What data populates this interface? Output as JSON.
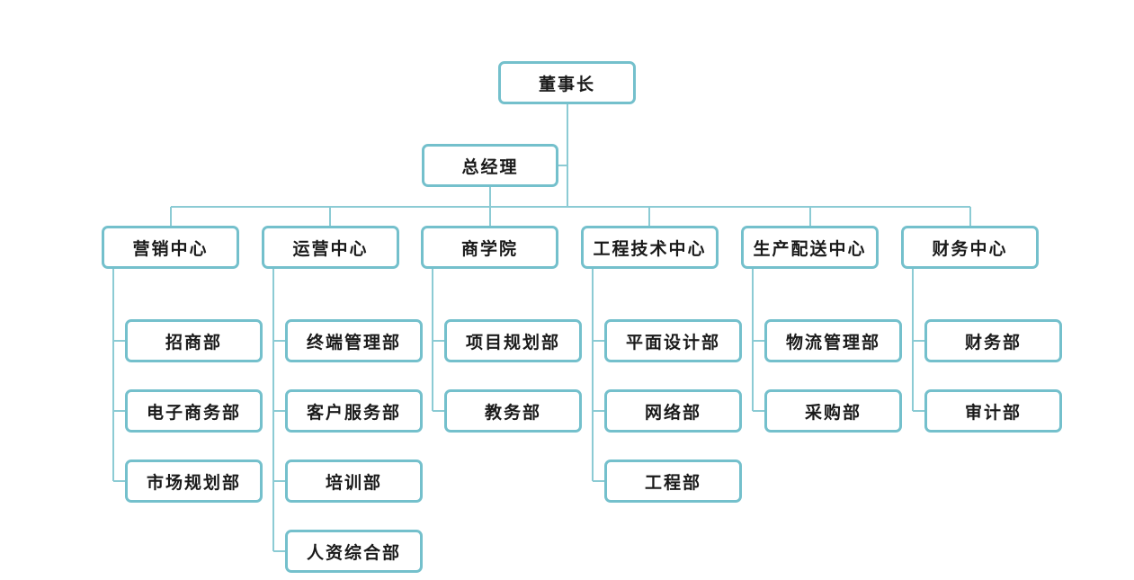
{
  "org": {
    "chairman": "董事长",
    "general_manager": "总经理",
    "centers": [
      {
        "label": "营销中心",
        "departments": [
          "招商部",
          "电子商务部",
          "市场规划部"
        ]
      },
      {
        "label": "运营中心",
        "departments": [
          "终端管理部",
          "客户服务部",
          "培训部",
          "人资综合部"
        ]
      },
      {
        "label": "商学院",
        "departments": [
          "项目规划部",
          "教务部"
        ]
      },
      {
        "label": "工程技术中心",
        "departments": [
          "平面设计部",
          "网络部",
          "工程部"
        ]
      },
      {
        "label": "生产配送中心",
        "departments": [
          "物流管理部",
          "采购部"
        ]
      },
      {
        "label": "财务中心",
        "departments": [
          "财务部",
          "审计部"
        ]
      }
    ]
  },
  "colors": {
    "box_border": "#74c0cc",
    "connector": "#8ccbd4",
    "text": "#1a1a1a"
  }
}
